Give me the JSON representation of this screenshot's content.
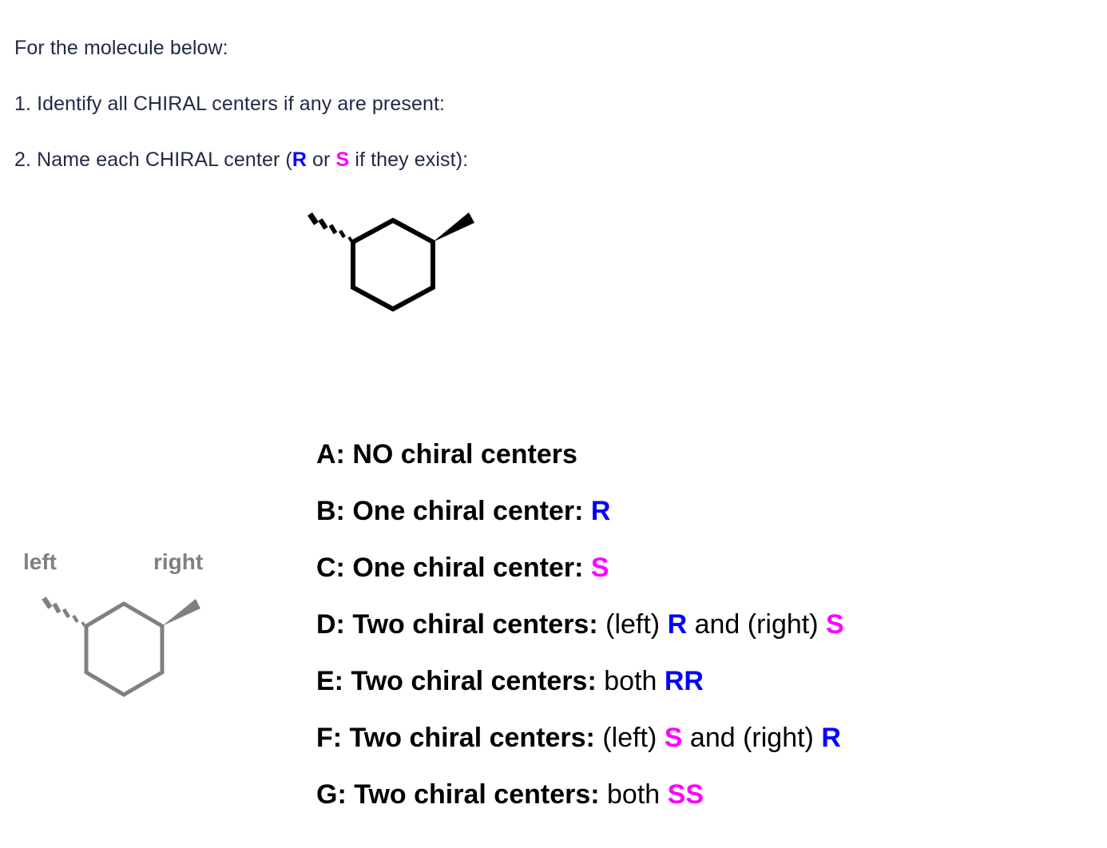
{
  "question": {
    "line1": "For the molecule below:",
    "line2": "1. Identify all CHIRAL centers if any are present:",
    "line3_part1": "2. Name each CHIRAL center (",
    "line3_r": "R",
    "line3_mid": " or ",
    "line3_s": "S",
    "line3_part2": " if they exist):"
  },
  "molecule": {
    "name": "1,3-dimethylcyclohexane",
    "ring": "cyclohexane",
    "left_substituent": "methyl-hashed-wedge",
    "right_substituent": "methyl-solid-wedge",
    "bond_color": "#000000"
  },
  "reference_molecule": {
    "label_left": "left",
    "label_right": "right",
    "bond_color": "#808080",
    "label_color": "#808080"
  },
  "colors": {
    "text": "#222b45",
    "r_color": "#0000ff",
    "s_color": "#ff00ff",
    "option_text": "#000000",
    "background": "#ffffff"
  },
  "options": [
    {
      "prefix": "A: NO chiral centers",
      "plain1": "",
      "r1": "",
      "mid": "",
      "plain2": "",
      "r2": ""
    },
    {
      "prefix": "B: One chiral center: ",
      "plain1": "",
      "r1": "R",
      "r1_color": "r",
      "mid": "",
      "plain2": "",
      "r2": ""
    },
    {
      "prefix": "C: One chiral center: ",
      "plain1": "",
      "r1": "S",
      "r1_color": "s",
      "mid": "",
      "plain2": "",
      "r2": ""
    },
    {
      "prefix": "D: Two chiral centers: ",
      "plain1": "(left) ",
      "r1": "R",
      "r1_color": "r",
      "mid": " and (right) ",
      "plain2": "",
      "r2": "S",
      "r2_color": "s"
    },
    {
      "prefix": "E: Two chiral centers: ",
      "plain1": "both ",
      "r1": "RR",
      "r1_color": "r",
      "mid": "",
      "plain2": "",
      "r2": ""
    },
    {
      "prefix": "F: Two chiral centers: ",
      "plain1": "(left) ",
      "r1": "S",
      "r1_color": "s",
      "mid": " and (right) ",
      "plain2": "",
      "r2": "R",
      "r2_color": "r"
    },
    {
      "prefix": "G: Two chiral centers: ",
      "plain1": "both ",
      "r1": "SS",
      "r1_color": "s",
      "mid": "",
      "plain2": "",
      "r2": ""
    }
  ],
  "options_flat": {
    "a": {
      "prefix": "A: NO chiral centers",
      "plain1": "",
      "tag1": "",
      "mid": "",
      "tag2": ""
    },
    "b": {
      "prefix": "B: One chiral center: ",
      "plain1": "",
      "tag1": "R",
      "mid": "",
      "tag2": ""
    },
    "c": {
      "prefix": "C: One chiral center: ",
      "plain1": "",
      "tag1": "S",
      "mid": "",
      "tag2": ""
    },
    "d": {
      "prefix": "D: Two chiral centers: ",
      "plain1": "(left) ",
      "tag1": "R",
      "mid": " and (right) ",
      "tag2": "S"
    },
    "e": {
      "prefix": "E: Two chiral centers: ",
      "plain1": "both ",
      "tag1": "RR",
      "mid": "",
      "tag2": ""
    },
    "f": {
      "prefix": "F: Two chiral centers: ",
      "plain1": "(left) ",
      "tag1": "S",
      "mid": " and (right) ",
      "tag2": "R"
    },
    "g": {
      "prefix": "G: Two chiral centers: ",
      "plain1": "both ",
      "tag1": "SS",
      "mid": "",
      "tag2": ""
    }
  }
}
